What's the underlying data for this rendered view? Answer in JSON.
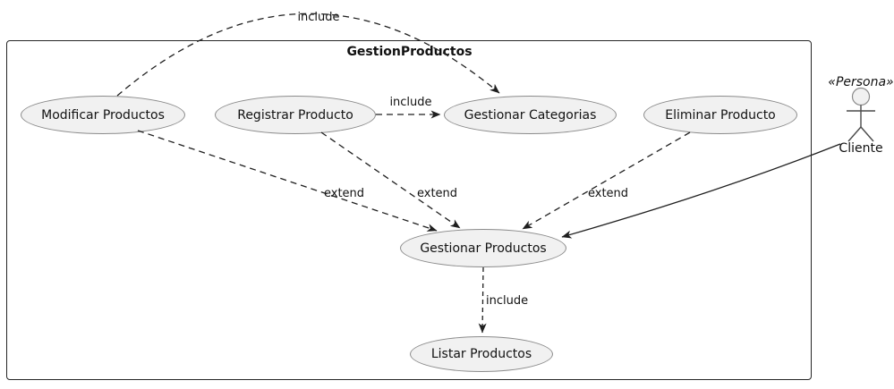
{
  "diagram": {
    "type": "uml-use-case-diagram",
    "package": {
      "title": "GestionProductos"
    },
    "use_cases": [
      {
        "id": "modificar-productos",
        "label": "Modificar Productos"
      },
      {
        "id": "registrar-producto",
        "label": "Registrar Producto"
      },
      {
        "id": "gestionar-categorias",
        "label": "Gestionar Categorias"
      },
      {
        "id": "eliminar-producto",
        "label": "Eliminar Producto"
      },
      {
        "id": "gestionar-productos",
        "label": "Gestionar Productos"
      },
      {
        "id": "listar-productos",
        "label": "Listar Productos"
      }
    ],
    "actor": {
      "stereotype": "«Persona»",
      "name": "Cliente"
    },
    "relations": [
      {
        "from": "Modificar Productos",
        "to": "Gestionar Categorias",
        "label": "include",
        "style": "dashed"
      },
      {
        "from": "Registrar Producto",
        "to": "Gestionar Categorias",
        "label": "include",
        "style": "dashed"
      },
      {
        "from": "Modificar Productos",
        "to": "Gestionar Productos",
        "label": "extend",
        "style": "dashed"
      },
      {
        "from": "Registrar Producto",
        "to": "Gestionar Productos",
        "label": "extend",
        "style": "dashed"
      },
      {
        "from": "Eliminar Producto",
        "to": "Gestionar Productos",
        "label": "extend",
        "style": "dashed"
      },
      {
        "from": "Cliente",
        "to": "Gestionar Productos",
        "label": "",
        "style": "solid"
      },
      {
        "from": "Gestionar Productos",
        "to": "Listar Productos",
        "label": "include",
        "style": "dashed"
      }
    ],
    "colors": {
      "background": "#ffffff",
      "node_fill": "#f1f1f1",
      "node_border": "#8b8b8b",
      "line": "#1f1f1f",
      "boundary_border": "#262626"
    }
  }
}
